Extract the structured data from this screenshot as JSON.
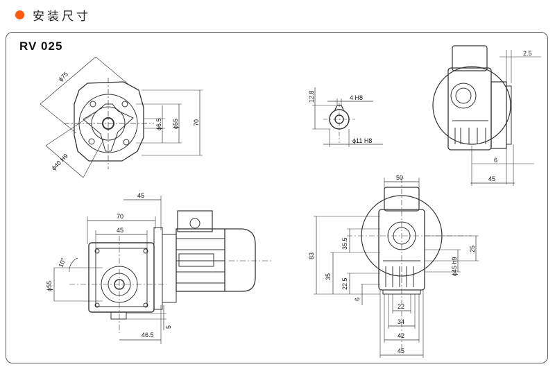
{
  "header": {
    "title": "安装尺寸",
    "accent_color": "#ff5a12"
  },
  "model": "RV 025",
  "flange_view": {
    "dims": [
      "ϕ75",
      "ϕ40 H9",
      "ϕ6.5",
      "ϕ55",
      "70"
    ]
  },
  "bore_view": {
    "dims": [
      "12.8",
      "4 H8",
      "ϕ11 H8"
    ]
  },
  "side_view_top": {
    "dims": [
      "2.5",
      "6",
      "45"
    ]
  },
  "front_motor_view": {
    "dims": [
      "45",
      "70",
      "45",
      "10°",
      "ϕ55",
      "5",
      "46.5"
    ]
  },
  "side_view_bottom": {
    "dims": [
      "50",
      "83",
      "35.5",
      "35",
      "22.5",
      "6",
      "25",
      "ϕ45 h9",
      "22",
      "34",
      "42",
      "45"
    ]
  }
}
